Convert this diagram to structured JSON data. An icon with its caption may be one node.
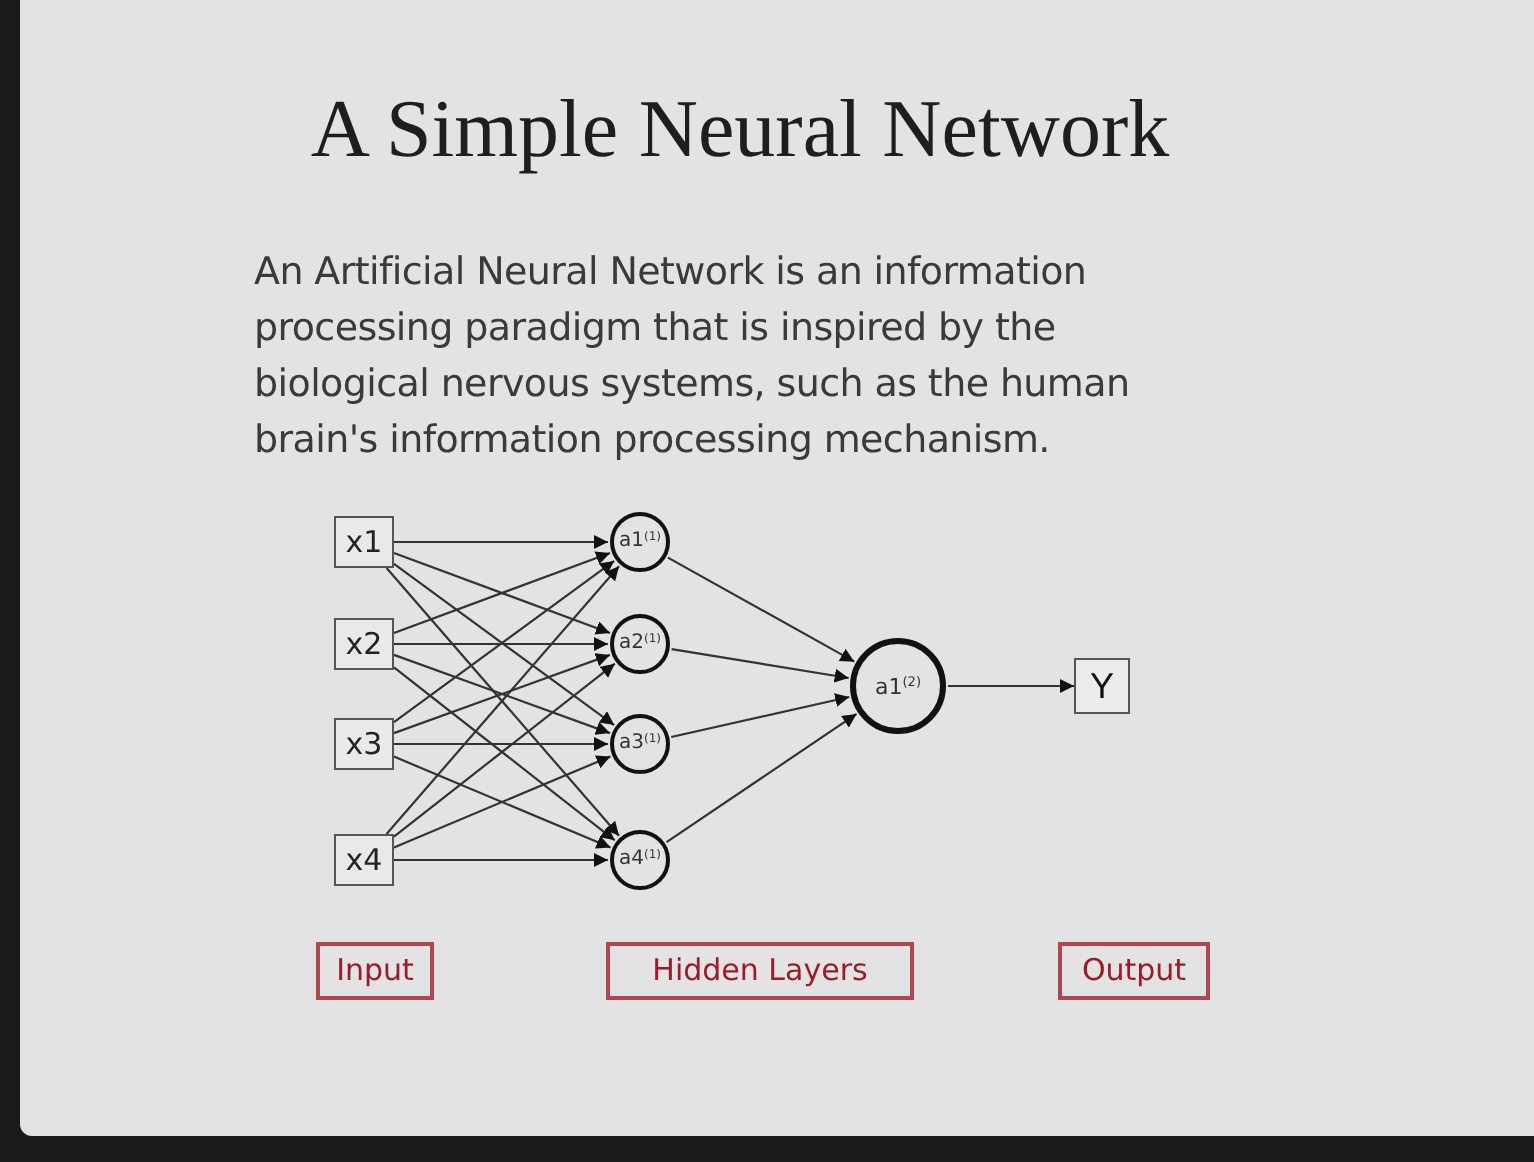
{
  "diagram": {
    "title": "A Simple Neural Network",
    "caption": "An Artificial Neural Network is an information processing paradigm that is inspired by the biological nervous systems, such as the human brain's information processing mechanism.",
    "nodes": [
      {
        "text": [
          "x1"
        ]
      },
      {
        "text": [
          "x2"
        ]
      },
      {
        "text": [
          "x3"
        ]
      },
      {
        "text": [
          "x4"
        ]
      },
      {
        "text": [
          "a1$^{(1)}$"
        ]
      },
      {
        "text": [
          "a2$^{(1)}$"
        ]
      },
      {
        "text": [
          "a3$^{(1)}$"
        ]
      },
      {
        "text": [
          "a4$^{(1)}$"
        ]
      },
      {
        "text": [
          "a1$^{(2)}$"
        ]
      },
      {
        "text": [
          "Y"
        ]
      },
      {
        "text": [
          "Input"
        ]
      },
      {
        "text": [
          "Hidden Layers"
        ]
      },
      {
        "text": [
          "Output"
        ]
      }
    ],
    "edges": [
      {
        "from": 0,
        "to": 4,
        "arrow": "to"
      },
      {
        "from": 0,
        "to": 5,
        "arrow": "to"
      },
      {
        "from": 0,
        "to": 6,
        "arrow": "to"
      },
      {
        "from": 0,
        "to": 7,
        "arrow": "to"
      },
      {
        "from": 1,
        "to": 4,
        "arrow": "to"
      },
      {
        "from": 1,
        "to": 5,
        "arrow": "to"
      },
      {
        "from": 1,
        "to": 6,
        "arrow": "to"
      },
      {
        "from": 1,
        "to": 7,
        "arrow": "to"
      },
      {
        "from": 2,
        "to": 4,
        "arrow": "to"
      },
      {
        "from": 2,
        "to": 5,
        "arrow": "to"
      },
      {
        "from": 2,
        "to": 6,
        "arrow": "to"
      },
      {
        "from": 2,
        "to": 7,
        "arrow": "to"
      },
      {
        "from": 3,
        "to": 4,
        "arrow": "to"
      },
      {
        "from": 3,
        "to": 5,
        "arrow": "to"
      },
      {
        "from": 3,
        "to": 6,
        "arrow": "to"
      },
      {
        "from": 3,
        "to": 7,
        "arrow": "to"
      },
      {
        "from": 4,
        "to": 8,
        "arrow": "to"
      },
      {
        "from": 5,
        "to": 8,
        "arrow": "to"
      },
      {
        "from": 6,
        "to": 8,
        "arrow": "to"
      },
      {
        "from": 7,
        "to": 8,
        "arrow": "to"
      },
      {
        "from": 8,
        "to": 9,
        "arrow": "to"
      }
    ]
  }
}
